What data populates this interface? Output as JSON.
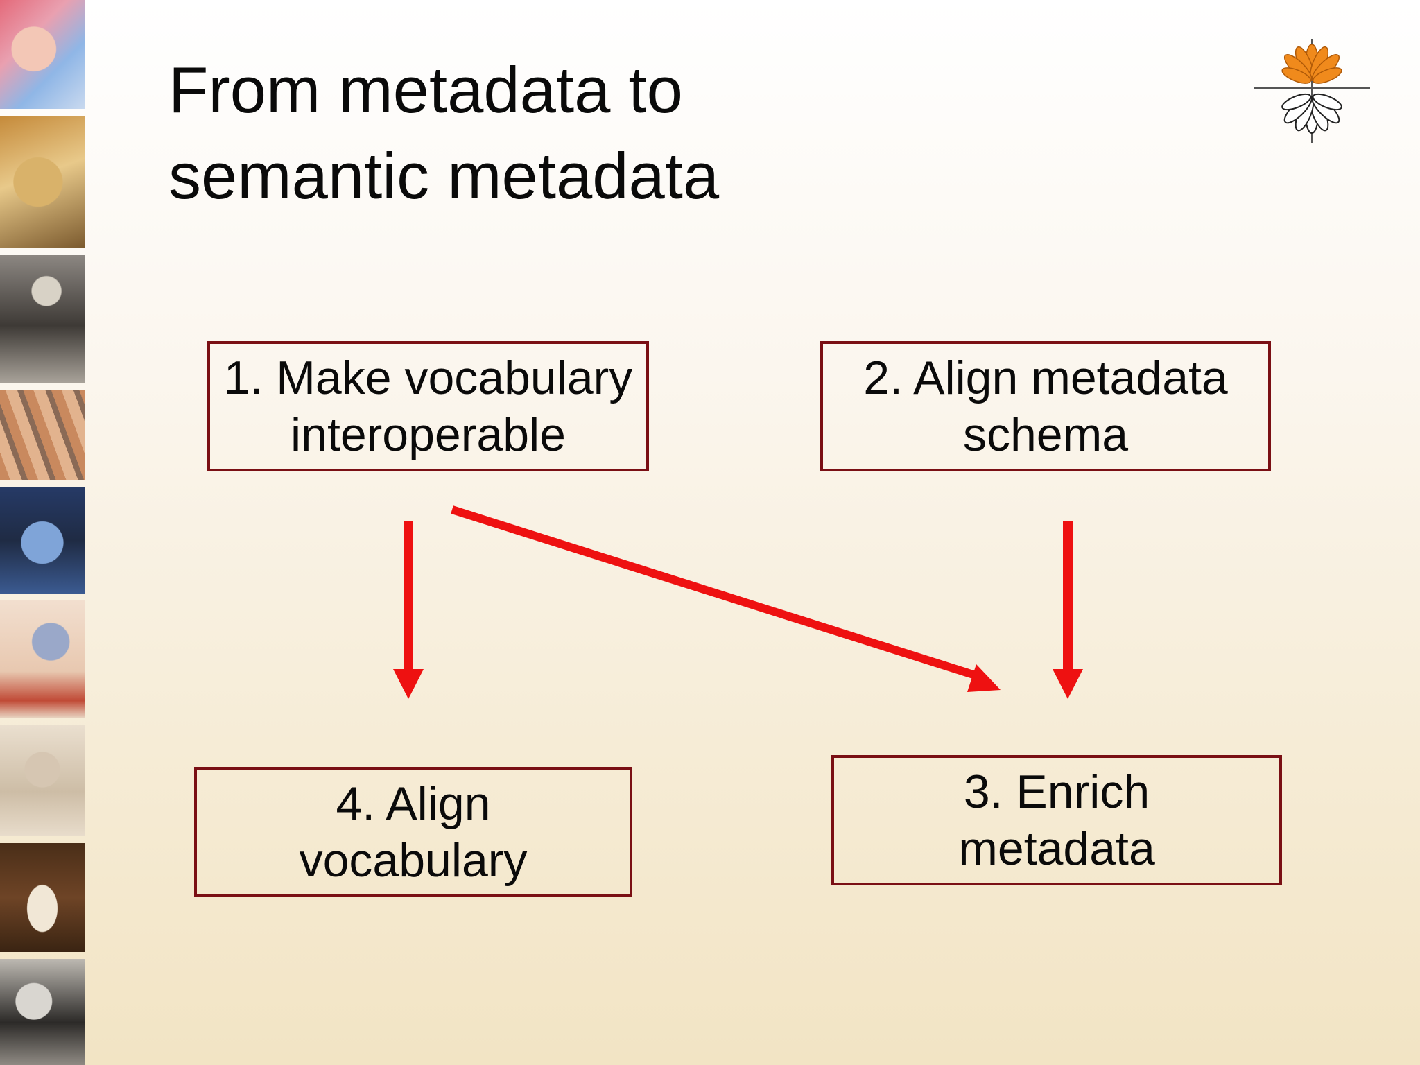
{
  "slide": {
    "title_lines": [
      "From metadata to",
      "semantic metadata"
    ]
  },
  "steps": [
    {
      "id": "make-vocabulary-interoperable",
      "lines": [
        "1. Make vocabulary",
        "interoperable"
      ]
    },
    {
      "id": "align-metadata-schema",
      "lines": [
        "2. Align metadata",
        "schema"
      ]
    },
    {
      "id": "enrich-metadata",
      "lines": [
        "3. Enrich",
        "metadata"
      ]
    },
    {
      "id": "align-vocabulary",
      "lines": [
        "4. Align",
        "vocabulary"
      ]
    }
  ],
  "colors": {
    "box_border": "#7a0f14",
    "arrow": "#ee1111",
    "logo_orange": "#f08a1c"
  },
  "icons": {
    "logo": "flower-logo-icon"
  }
}
